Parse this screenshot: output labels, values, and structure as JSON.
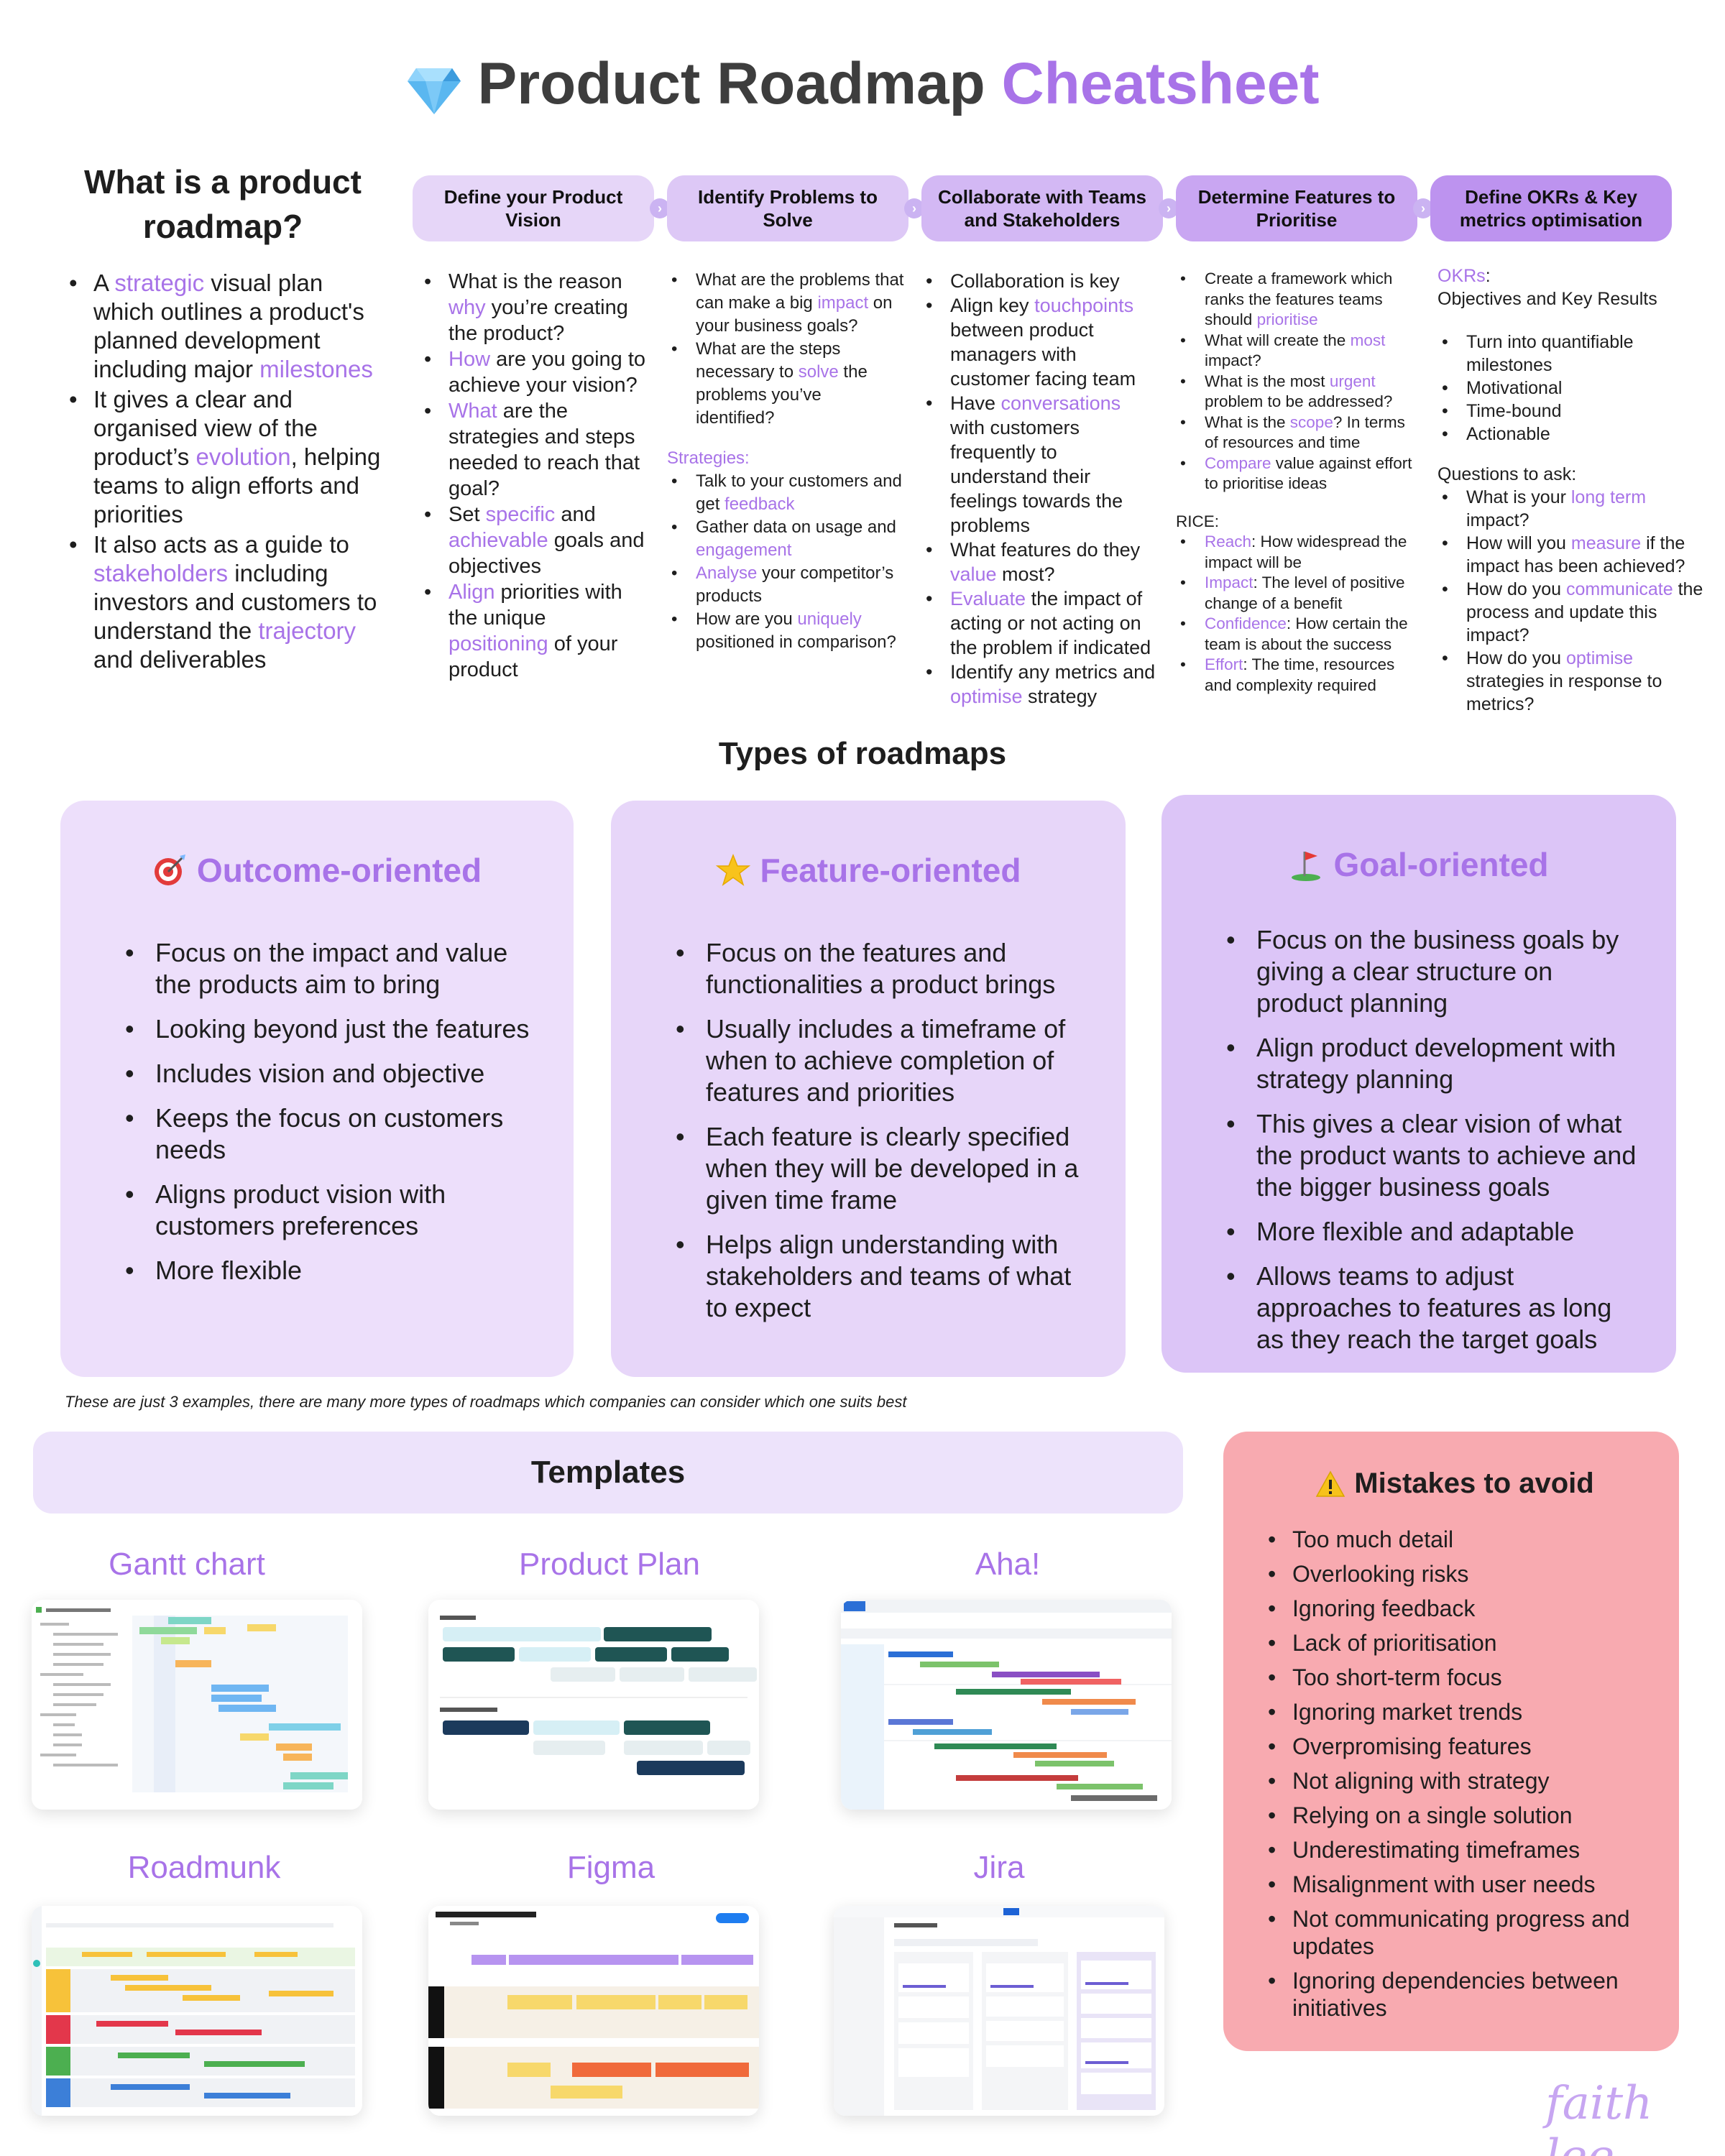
{
  "header": {
    "title_main": "Product Roadmap",
    "title_accent": "Cheatsheet",
    "icon": "gem-icon"
  },
  "colors": {
    "accent": "#a873e8",
    "step1": "#e6d6f8",
    "step2": "#ddc8f6",
    "step3": "#d3b8f4",
    "step4": "#c9a6f2",
    "step5": "#bd93ef",
    "card1": "#eddffb",
    "card2": "#e7d6f9",
    "card3": "#dcc5f7",
    "mistakes": "#f8aab0"
  },
  "intro": {
    "heading": "What is a product roadmap?",
    "items": [
      [
        {
          "t": "A "
        },
        {
          "t": "strategic",
          "a": 1
        },
        {
          "t": " visual plan which outlines a product's planned development including major "
        },
        {
          "t": "milestones",
          "a": 1
        }
      ],
      [
        {
          "t": "It gives a clear and organised view of the product’s "
        },
        {
          "t": "evolution",
          "a": 1
        },
        {
          "t": ", helping teams to align efforts and priorities"
        }
      ],
      [
        {
          "t": "It also acts as a guide to "
        },
        {
          "t": "stakeholders",
          "a": 1
        },
        {
          "t": " including investors and customers to understand the "
        },
        {
          "t": "trajectory",
          "a": 1
        },
        {
          "t": " and deliverables"
        }
      ]
    ]
  },
  "steps": [
    {
      "label": "Define your Product Vision"
    },
    {
      "label": "Identify Problems to Solve"
    },
    {
      "label": "Collaborate with Teams and Stakeholders"
    },
    {
      "label": "Determine Features to Prioritise"
    },
    {
      "label": "Define OKRs & Key metrics optimisation"
    }
  ],
  "columns": {
    "vision": [
      [
        {
          "t": "What is the reason "
        },
        {
          "t": "why",
          "a": 1
        },
        {
          "t": " you’re creating the product?"
        }
      ],
      [
        {
          "t": "How",
          "a": 1
        },
        {
          "t": " are you going to achieve your vision?"
        }
      ],
      [
        {
          "t": "What",
          "a": 1
        },
        {
          "t": " are the strategies and steps needed to reach that goal?"
        }
      ],
      [
        {
          "t": "Set "
        },
        {
          "t": "specific",
          "a": 1
        },
        {
          "t": " and "
        },
        {
          "t": "achievable",
          "a": 1
        },
        {
          "t": " goals and objectives"
        }
      ],
      [
        {
          "t": "Align",
          "a": 1
        },
        {
          "t": " priorities with the unique "
        },
        {
          "t": "positioning",
          "a": 1
        },
        {
          "t": " of your product"
        }
      ]
    ],
    "problems": [
      [
        {
          "t": "What are the problems that can make a big "
        },
        {
          "t": "impact",
          "a": 1
        },
        {
          "t": " on your business goals?"
        }
      ],
      [
        {
          "t": "What are the steps necessary to "
        },
        {
          "t": "solve",
          "a": 1
        },
        {
          "t": " the problems you’ve identified?"
        }
      ]
    ],
    "problems_strategies_label": "Strategies:",
    "problems_strategies": [
      [
        {
          "t": "Talk to your customers and get "
        },
        {
          "t": "feedback",
          "a": 1
        }
      ],
      [
        {
          "t": "Gather data on usage and "
        },
        {
          "t": "engagement",
          "a": 1
        }
      ],
      [
        {
          "t": "Analyse",
          "a": 1
        },
        {
          "t": " your competitor’s products"
        }
      ],
      [
        {
          "t": "How are you "
        },
        {
          "t": "uniquely",
          "a": 1
        },
        {
          "t": " positioned in comparison?"
        }
      ]
    ],
    "collaborate": [
      [
        {
          "t": "Collaboration is key"
        }
      ],
      [
        {
          "t": "Align key "
        },
        {
          "t": "touchpoints",
          "a": 1
        },
        {
          "t": " between product managers with customer facing team"
        }
      ],
      [
        {
          "t": "Have "
        },
        {
          "t": "conversations",
          "a": 1
        },
        {
          "t": " with customers frequently to understand their feelings towards the problems"
        }
      ],
      [
        {
          "t": "What features do they "
        },
        {
          "t": "value",
          "a": 1
        },
        {
          "t": " most?"
        }
      ],
      [
        {
          "t": "Evaluate",
          "a": 1
        },
        {
          "t": " the impact of acting or not acting on the problem if indicated"
        }
      ],
      [
        {
          "t": "Identify any metrics and "
        },
        {
          "t": "optimise",
          "a": 1
        },
        {
          "t": " strategy"
        }
      ]
    ],
    "features": [
      [
        {
          "t": "Create a framework which ranks the features teams should "
        },
        {
          "t": "prioritise",
          "a": 1
        }
      ],
      [
        {
          "t": "What will create the "
        },
        {
          "t": "most",
          "a": 1
        },
        {
          "t": " impact?"
        }
      ],
      [
        {
          "t": "What is the most "
        },
        {
          "t": "urgent",
          "a": 1
        },
        {
          "t": " problem to be addressed?"
        }
      ],
      [
        {
          "t": "What is the "
        },
        {
          "t": "scope",
          "a": 1
        },
        {
          "t": "? In terms of resources and time"
        }
      ],
      [
        {
          "t": "Compare",
          "a": 1
        },
        {
          "t": " value against effort to prioritise ideas"
        }
      ]
    ],
    "rice_label": "RICE:",
    "rice": [
      [
        {
          "t": "Reach",
          "a": 1
        },
        {
          "t": ": How widespread the impact will be"
        }
      ],
      [
        {
          "t": "Impact",
          "a": 1
        },
        {
          "t": ": The level of positive change of a benefit"
        }
      ],
      [
        {
          "t": "Confidence",
          "a": 1
        },
        {
          "t": ": How certain the team is about the success"
        }
      ],
      [
        {
          "t": "Effort",
          "a": 1
        },
        {
          "t": ": The time, resources and complexity required"
        }
      ]
    ],
    "okr_title": "OKRs",
    "okr_colon": ":",
    "okr_subtitle": "Objectives and Key Results",
    "okr_items": [
      [
        {
          "t": "Turn into quantifiable milestones"
        }
      ],
      [
        {
          "t": "Motivational"
        }
      ],
      [
        {
          "t": "Time-bound"
        }
      ],
      [
        {
          "t": "Actionable"
        }
      ]
    ],
    "questions_label": "Questions to ask:",
    "questions": [
      [
        {
          "t": "What is your "
        },
        {
          "t": "long term",
          "a": 1
        },
        {
          "t": " impact?"
        }
      ],
      [
        {
          "t": "How will you "
        },
        {
          "t": "measure",
          "a": 1
        },
        {
          "t": " if the impact has been achieved?"
        }
      ],
      [
        {
          "t": "How do you "
        },
        {
          "t": "communicate",
          "a": 1
        },
        {
          "t": " the process and update this impact?"
        }
      ],
      [
        {
          "t": "How do you "
        },
        {
          "t": "optimise",
          "a": 1
        },
        {
          "t": " strategies in response to metrics?"
        }
      ]
    ]
  },
  "types": {
    "heading": "Types of roadmaps",
    "cards": [
      {
        "title": "Outcome-oriented",
        "icon": "dart-target-icon",
        "items": [
          "Focus on the impact and value the products aim to bring",
          "Looking beyond just the features",
          "Includes vision and objective",
          "Keeps the focus on customers needs",
          "Aligns product vision with customers preferences",
          "More flexible"
        ]
      },
      {
        "title": "Feature-oriented",
        "icon": "star-icon",
        "items": [
          "Focus on the features and functionalities a product brings",
          "Usually includes a timeframe of when to achieve completion of features and priorities",
          "Each feature is clearly specified when they will be developed in a given time frame",
          "Helps align understanding with stakeholders and teams of what to expect"
        ]
      },
      {
        "title": "Goal-oriented",
        "icon": "golf-flag-icon",
        "items": [
          "Focus on the business goals by giving a clear structure on product planning",
          "Align product development with strategy planning",
          "This gives a clear vision of what the product wants to achieve and the bigger business goals",
          "More flexible and adaptable",
          "Allows teams to adjust approaches to features as long as they reach the target goals"
        ]
      }
    ],
    "footnote": "These are just 3 examples, there are many more types of roadmaps which companies can consider which one suits best"
  },
  "templates": {
    "heading": "Templates",
    "items": [
      {
        "label": "Gantt chart",
        "thumb": "gantt"
      },
      {
        "label": "Product Plan",
        "thumb": "productplan"
      },
      {
        "label": "Aha!",
        "thumb": "aha"
      },
      {
        "label": "Roadmunk",
        "thumb": "roadmunk"
      },
      {
        "label": "Figma",
        "thumb": "figma"
      },
      {
        "label": "Jira",
        "thumb": "jira"
      }
    ]
  },
  "mistakes": {
    "heading": "Mistakes to avoid",
    "icon": "warning-icon",
    "items": [
      "Too much detail",
      "Overlooking risks",
      "Ignoring feedback",
      "Lack of prioritisation",
      "Too short-term focus",
      "Ignoring market trends",
      "Overpromising features",
      "Not aligning with strategy",
      "Relying on a single solution",
      "Underestimating timeframes",
      "Misalignment with user needs",
      "Not communicating progress and updates",
      "Ignoring dependencies between initiatives"
    ]
  },
  "signature": "faith lee"
}
